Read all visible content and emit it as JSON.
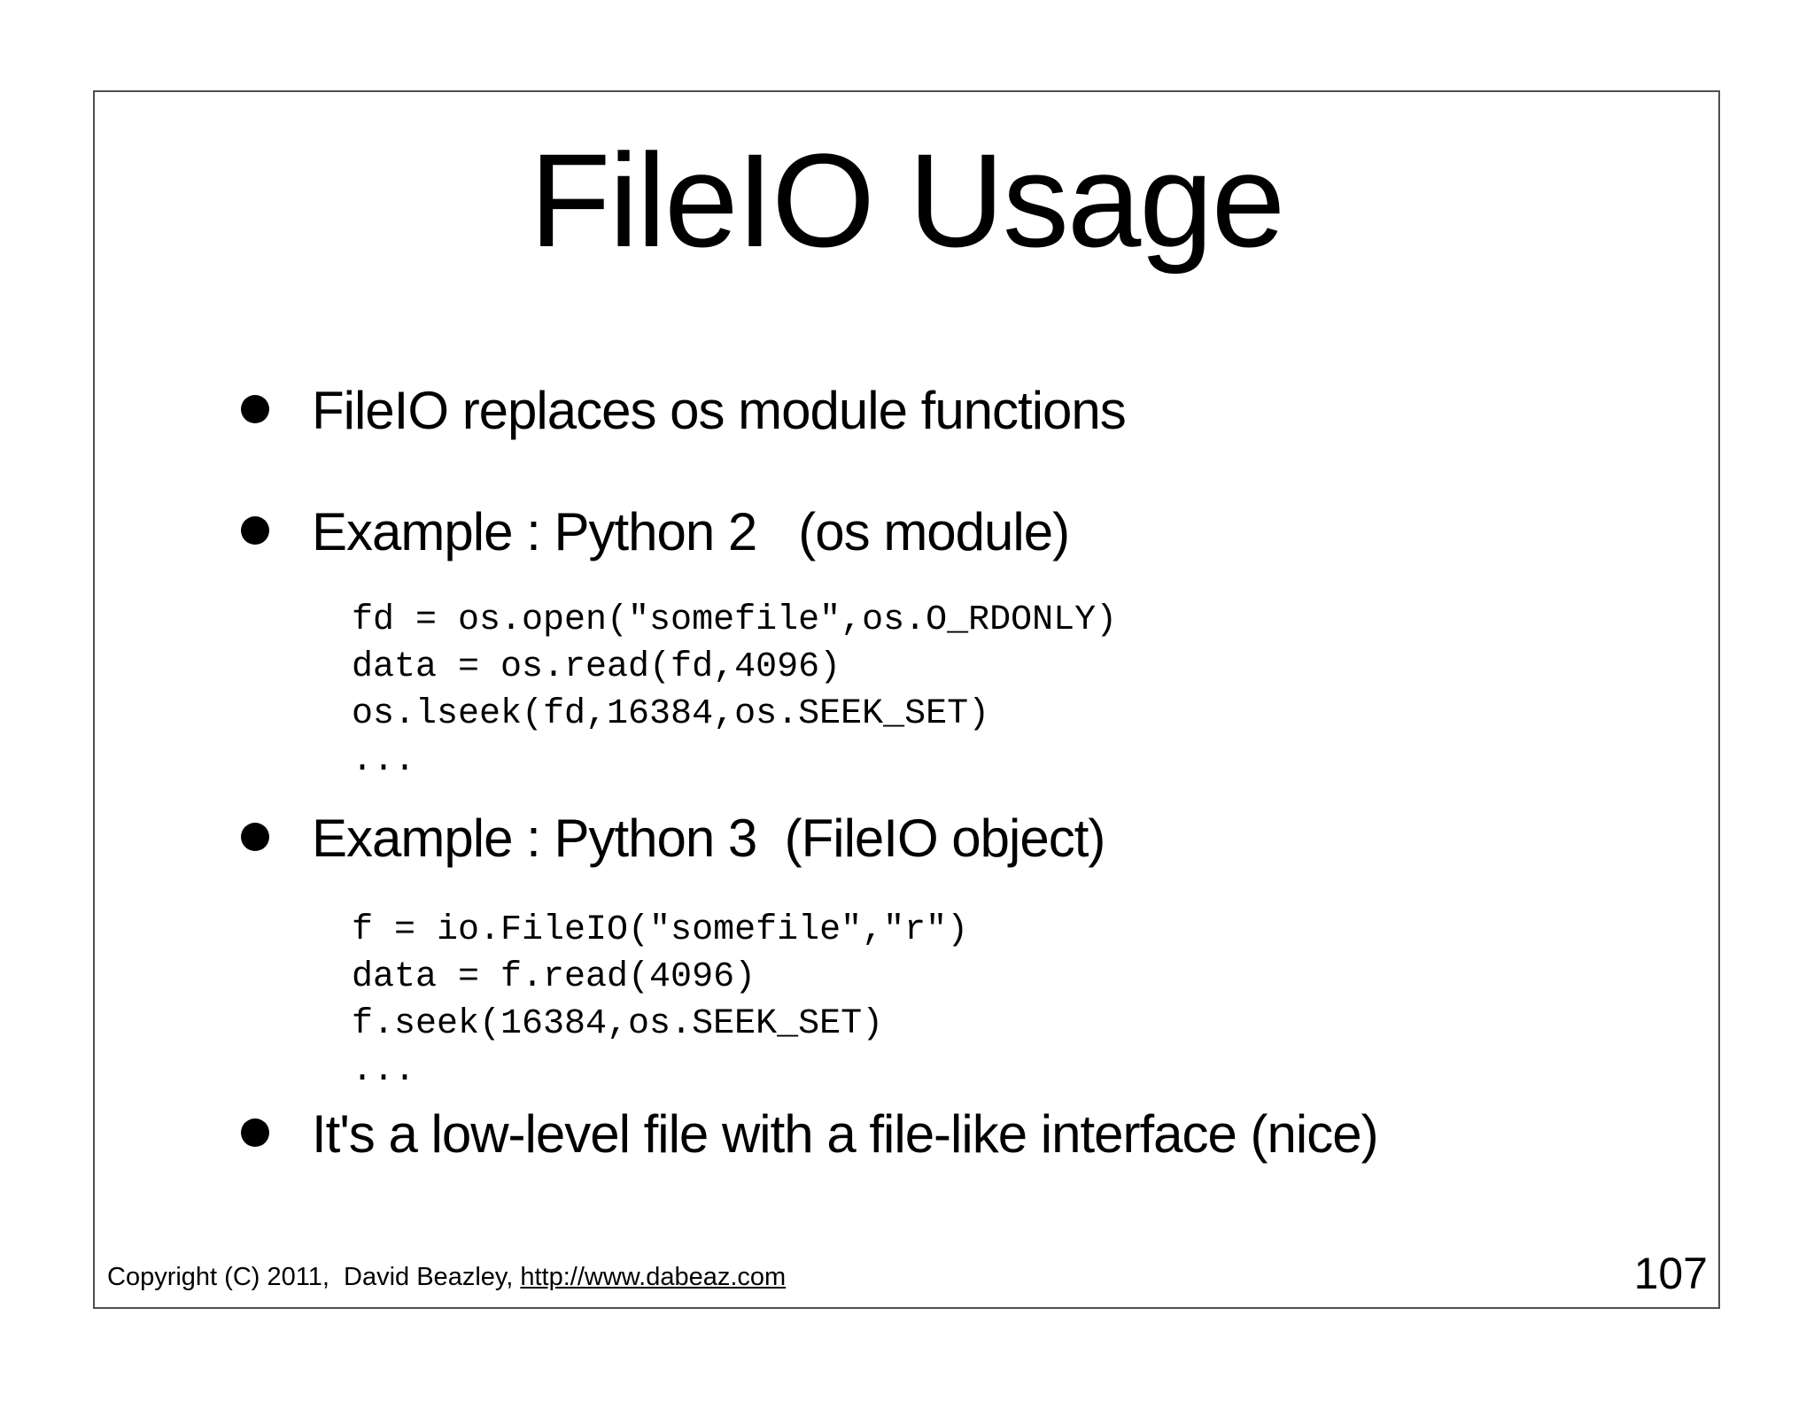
{
  "slide": {
    "title": "FileIO Usage",
    "bullets": [
      {
        "label": "FileIO replaces os module functions"
      },
      {
        "label": "Example : Python 2   (os module)"
      },
      {
        "label": "Example : Python 3  (FileIO object)"
      },
      {
        "label": "It's a low-level file with a file-like interface (nice)"
      }
    ],
    "code_blocks": [
      {
        "code": "fd = os.open(\"somefile\",os.O_RDONLY)\ndata = os.read(fd,4096)\nos.lseek(fd,16384,os.SEEK_SET)\n..."
      },
      {
        "code": "f = io.FileIO(\"somefile\",\"r\")\ndata = f.read(4096)\nf.seek(16384,os.SEEK_SET)\n..."
      }
    ],
    "footer": {
      "copyright": "Copyright (C) 2011,  David Beazley, ",
      "link": "http://www.dabeaz.com"
    },
    "page_number": "107"
  },
  "colors": {
    "background": "#ffffff",
    "text": "#000000",
    "slide_border": "#4f4f4f"
  }
}
